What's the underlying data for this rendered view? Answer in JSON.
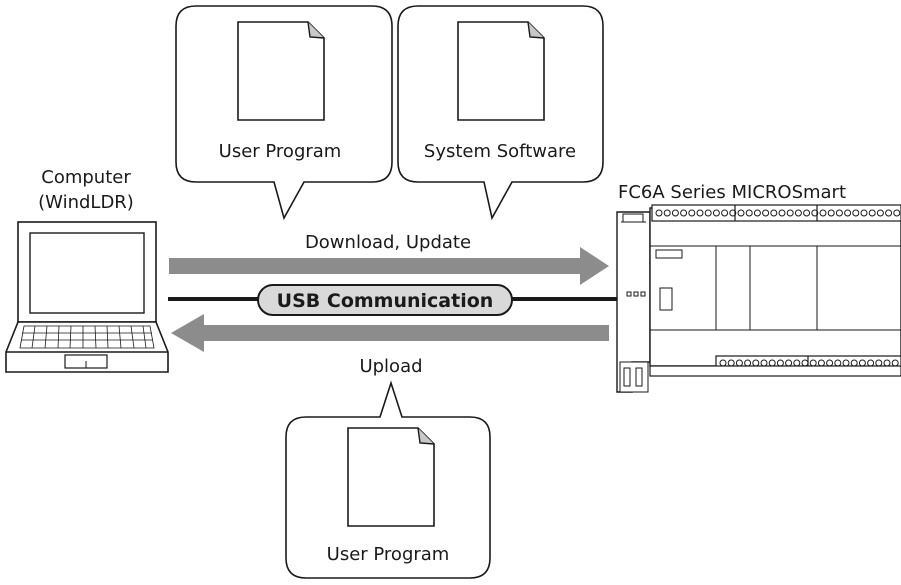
{
  "bubbles": {
    "top_left": {
      "label": "User Program"
    },
    "top_right": {
      "label": "System Software"
    },
    "bottom": {
      "label": "User Program"
    }
  },
  "computer": {
    "line1": "Computer",
    "line2": "(WindLDR)"
  },
  "plc": {
    "label": "FC6A Series MICROSmart"
  },
  "arrows": {
    "download": "Download, Update",
    "upload": "Upload"
  },
  "cable": {
    "label": "USB Communication"
  },
  "colors": {
    "arrow": "#8c8c8c",
    "pill": "#d9d9d9",
    "stroke": "#1a1a1a"
  }
}
